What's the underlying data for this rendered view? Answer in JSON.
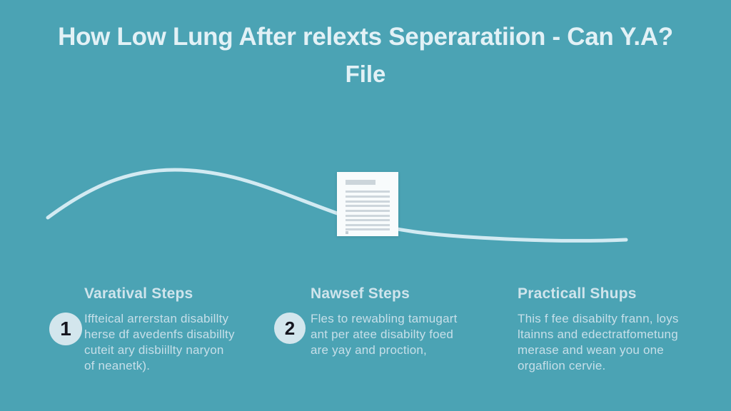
{
  "title": {
    "line1": "How Low Lung After relexts Seperaratiion - Can Y.A?",
    "line2": "File"
  },
  "columns": [
    {
      "number": "1",
      "heading": "Varatival Steps",
      "body": "Iffteical arrerstan disabillty\nherse df avedenfs disabillty\ncuteit ary disbiillty naryon\nof neanetk)."
    },
    {
      "number": "2",
      "heading": "Nawsef Steps",
      "body": "Fles to rewabling tamugart\nant per atee disabilty foed\nare yay and proction,"
    },
    {
      "number": "",
      "heading": "Practicall Shups",
      "body": "This f fee disabilty frann, loys\nltainns and edectratfometung\nmerase and wean you one\norgaflion cervie."
    }
  ],
  "icons": {
    "wave": "wave-line",
    "document": "document-icon",
    "badge1": "step-1-badge",
    "badge2": "step-2-badge"
  },
  "colors": {
    "background": "#4BA3B4",
    "title_text": "#E2F1F6",
    "heading_text": "#CFE4EC",
    "body_text": "#C7DFE9",
    "wave_stroke": "#D2EAF2",
    "badge_fill": "#D3E6ED",
    "badge_text": "#16161F",
    "paper_fill": "#F8FBFC",
    "paper_lines": "#CDD6DC"
  }
}
